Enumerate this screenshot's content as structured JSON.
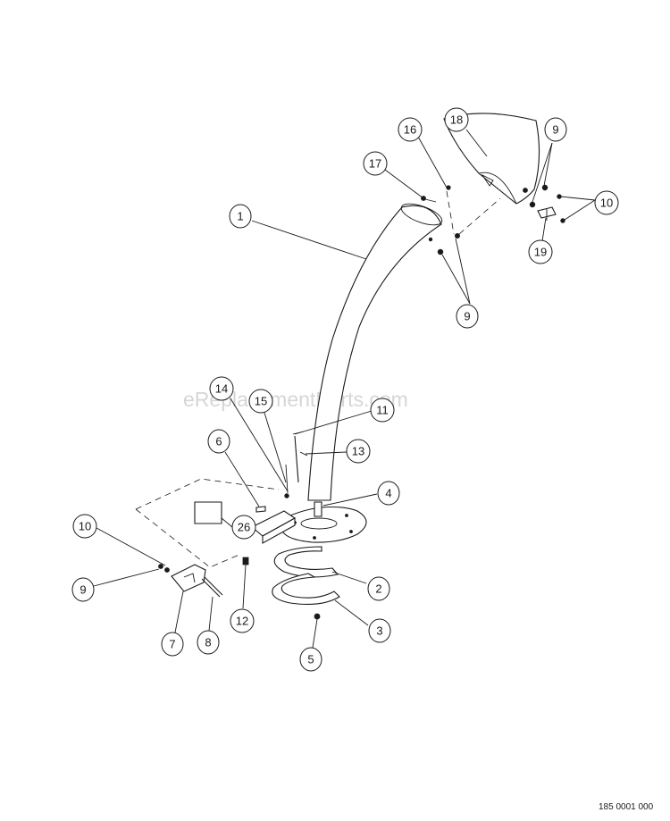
{
  "watermark": "eReplacementParts.com",
  "drawing_number": "185 0001 000",
  "callouts": [
    {
      "id": "c1",
      "label": "1"
    },
    {
      "id": "c2",
      "label": "2"
    },
    {
      "id": "c3",
      "label": "3"
    },
    {
      "id": "c4",
      "label": "4"
    },
    {
      "id": "c5",
      "label": "5"
    },
    {
      "id": "c6",
      "label": "6"
    },
    {
      "id": "c7",
      "label": "7"
    },
    {
      "id": "c8",
      "label": "8"
    },
    {
      "id": "c9a",
      "label": "9"
    },
    {
      "id": "c9b",
      "label": "9"
    },
    {
      "id": "c9c",
      "label": "9"
    },
    {
      "id": "c10a",
      "label": "10"
    },
    {
      "id": "c10b",
      "label": "10"
    },
    {
      "id": "c11",
      "label": "11"
    },
    {
      "id": "c12",
      "label": "12"
    },
    {
      "id": "c13",
      "label": "13"
    },
    {
      "id": "c14",
      "label": "14"
    },
    {
      "id": "c15",
      "label": "15"
    },
    {
      "id": "c16",
      "label": "16"
    },
    {
      "id": "c17",
      "label": "17"
    },
    {
      "id": "c18",
      "label": "18"
    },
    {
      "id": "c19",
      "label": "19"
    },
    {
      "id": "c26",
      "label": "26"
    }
  ]
}
